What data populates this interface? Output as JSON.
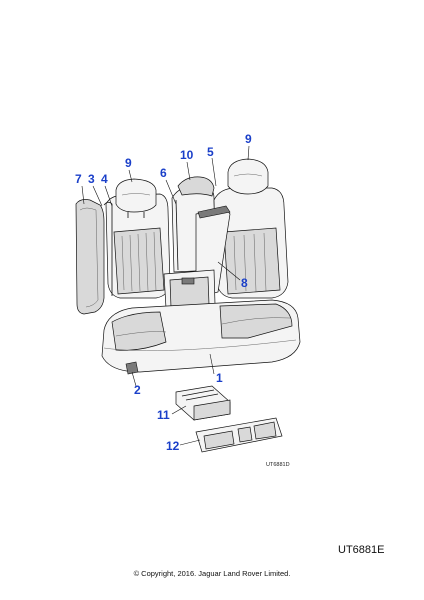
{
  "diagram": {
    "drawing_code": "UT6881D",
    "callouts": [
      {
        "label": "1"
      },
      {
        "label": "2"
      },
      {
        "label": "3"
      },
      {
        "label": "4"
      },
      {
        "label": "5"
      },
      {
        "label": "6"
      },
      {
        "label": "7"
      },
      {
        "label": "8"
      },
      {
        "label": "9"
      },
      {
        "label": "9"
      },
      {
        "label": "10"
      },
      {
        "label": "11"
      },
      {
        "label": "12"
      }
    ]
  },
  "footer": {
    "reference_code": "UT6881E",
    "copyright": "© Copyright, 2016. Jaguar Land Rover Limited."
  },
  "colors": {
    "callout": "#1a3fc9",
    "line": "#111111",
    "shade": "#d9d9d9"
  }
}
